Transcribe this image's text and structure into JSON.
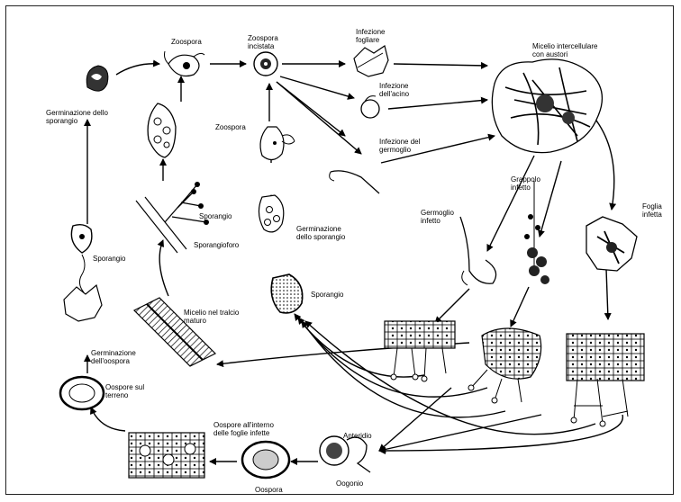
{
  "labels": {
    "zoospora_top": "Zoospora",
    "zoospora_incistata": "Zoospora\nincistata",
    "infezione_fogliare": "Infezione\nfogliare",
    "micelio_intercellulare": "Micelio intercellulare\ncon austori",
    "infezione_acino": "Infezione\ndell'acino",
    "infezione_germoglio": "Infezione del\ngermoglio",
    "germinazione_sporangio_top": "Germinazione dello\nsporangio",
    "zoospora_mid": "Zoospora",
    "sporangio_mid": "Sporangio",
    "sporangioforo": "Sporangioforo",
    "germinazione_sporangio_mid": "Germinazione\ndello sporangio",
    "germoglio_infetto": "Germoglio\ninfetto",
    "grappolo_infetto": "Grappolo\ninfetto",
    "foglia_infetta": "Foglia\ninfetta",
    "sporangio_left": "Sporangio",
    "micelio_tralcio": "Micelio nel tralcio\nmaturo",
    "sporangio_center": "Sporangio",
    "germinazione_oospora": "Germinazione\ndell'oospora",
    "oospore_terreno": "Oospore sul\nterreno",
    "oospore_foglie": "Oospore all'interno\ndelle foglie infette",
    "anteridio": "Anteridio",
    "oogonio": "Oogonio",
    "oospora": "Oospora"
  }
}
